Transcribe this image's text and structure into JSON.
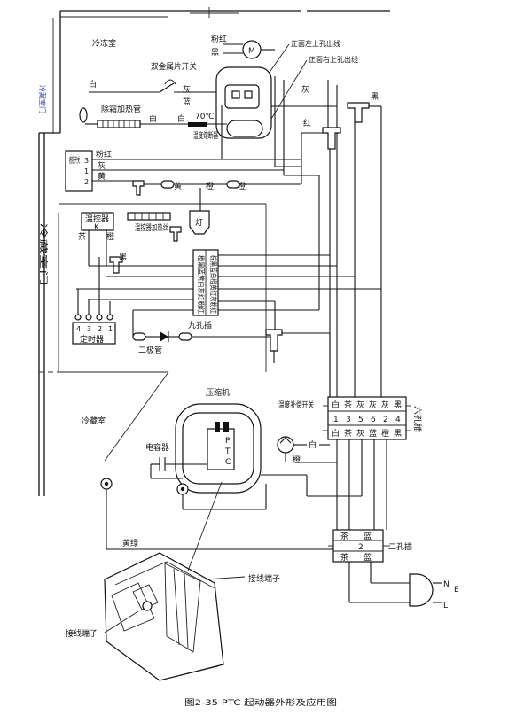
{
  "freezer": "冷冻室",
  "fan_motor": {
    "label": "M",
    "wire": "粉红",
    "wire_black": "黑"
  },
  "bimetal_switch": "双金属片开关",
  "defrost_heater": "除霜加热管",
  "thermal_fuse": {
    "temp": "70℃",
    "label": "温度熔断器"
  },
  "top_left_outlet": "正面左上孔出线",
  "top_right_outlet": "正面右上孔出线",
  "push_switch": {
    "label": "按钮开关",
    "pins": [
      "3",
      "1",
      "2"
    ]
  },
  "door_side": "冷藏室门",
  "door_side_left": "冷藏室门",
  "left_decor": "冷藏室门",
  "door_lamp": "灯",
  "thermostat": {
    "label": "温控器",
    "k": "K"
  },
  "thermostat_heater": "温控器加热丝",
  "timer": {
    "label": "定时器",
    "pins": [
      "4",
      "3",
      "2",
      "1"
    ]
  },
  "diode": "二极管",
  "nine_plug": {
    "label": "九孔插",
    "row_a": "橙黑蓝黄白灰红粉红",
    "row_b": "棕黑蓝白橙黄红灰粉红"
  },
  "fridge_room": "冷藏室",
  "compressor": "压缩机",
  "temp_comp_switch": "温度补偿开关",
  "capacitor": "电容器",
  "ptc": [
    "P",
    "T",
    "C"
  ],
  "six_plug": {
    "label": "六孔插",
    "top": [
      "白",
      "茶",
      "灰",
      "灰",
      "灰",
      "黑"
    ],
    "nums": [
      "1",
      "3",
      "5",
      "6",
      "2",
      "4"
    ],
    "bottom": [
      "白",
      "茶",
      "灰",
      "蓝",
      "橙",
      "黑"
    ]
  },
  "two_plug": {
    "label": "二孔插",
    "top": [
      "茶",
      "蓝"
    ],
    "num": "2",
    "bottom": [
      "茶",
      "蓝"
    ]
  },
  "plug": {
    "n": "N",
    "e": "E",
    "l": "L"
  },
  "terminal_right": "接线端子",
  "terminal_left": "接线端子",
  "wires": {
    "white": "白",
    "gray": "灰",
    "blue": "蓝",
    "black": "黑",
    "red": "红",
    "pink": "粉红",
    "yellow": "黄",
    "orange": "橙",
    "tea": "茶",
    "yellow_green": "黄绿"
  },
  "caption": "图2-35    PTC   起动器外形及应用图"
}
